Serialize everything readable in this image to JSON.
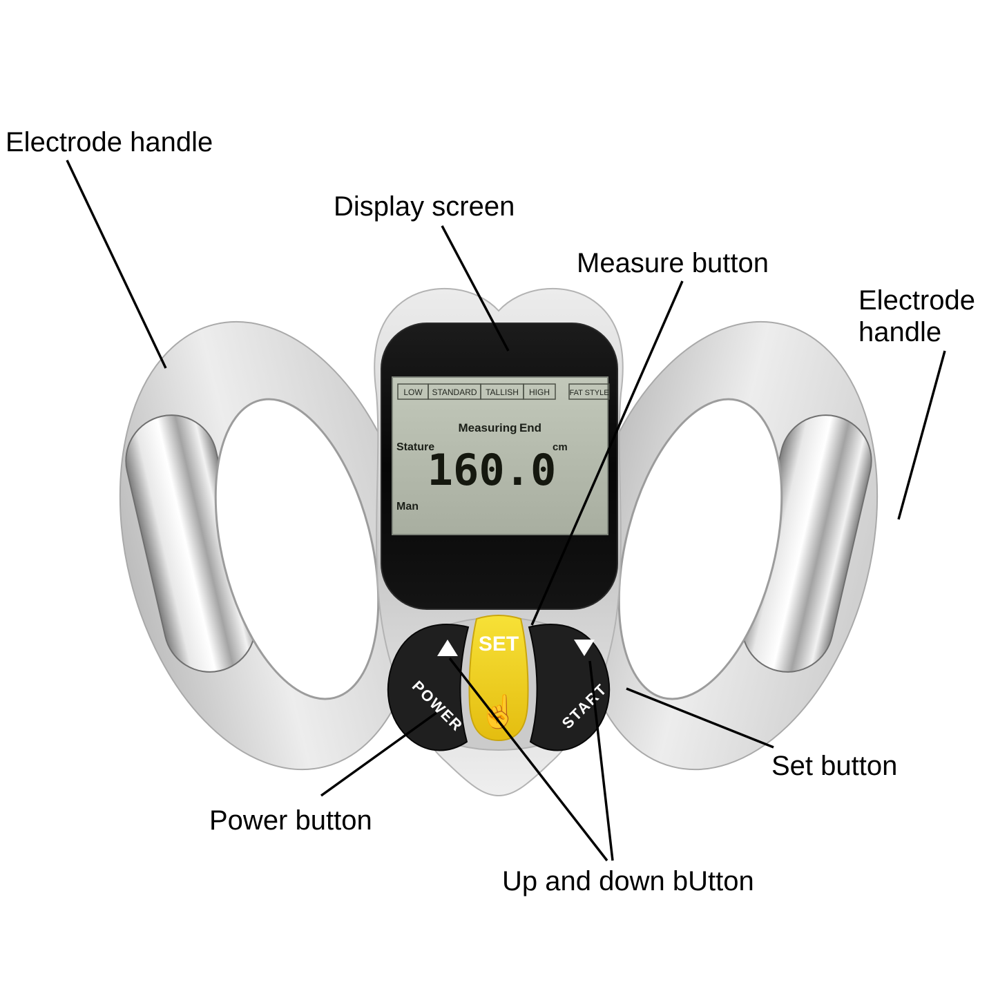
{
  "annotations": {
    "electrode_handle_left": "Electrode handle",
    "display_screen": "Display screen",
    "measure_button": "Measure button",
    "electrode_handle_right": "Electrode handle",
    "set_button": "Set button",
    "power_button": "Power button",
    "up_down_button": "Up and down bUtton"
  },
  "device": {
    "lcd": {
      "scale_labels": [
        "LOW",
        "STANDARD",
        "TALLISH",
        "HIGH"
      ],
      "fat_style_label": "FAT STYLE",
      "measuring_label": "Measuring",
      "end_label": "End",
      "stature_label": "Stature",
      "stature_value": "160.0",
      "stature_unit": "cm",
      "gender_label": "Man"
    },
    "buttons": {
      "power": "POWER",
      "set": "SET",
      "start": "START"
    },
    "icons": {
      "finger": "☝"
    },
    "colors": {
      "body_silver": "#d6d6d6",
      "bezel_black": "#0e0e0e",
      "lcd_panel": "#b7bdb0",
      "set_yellow": "#eecf1b"
    }
  }
}
